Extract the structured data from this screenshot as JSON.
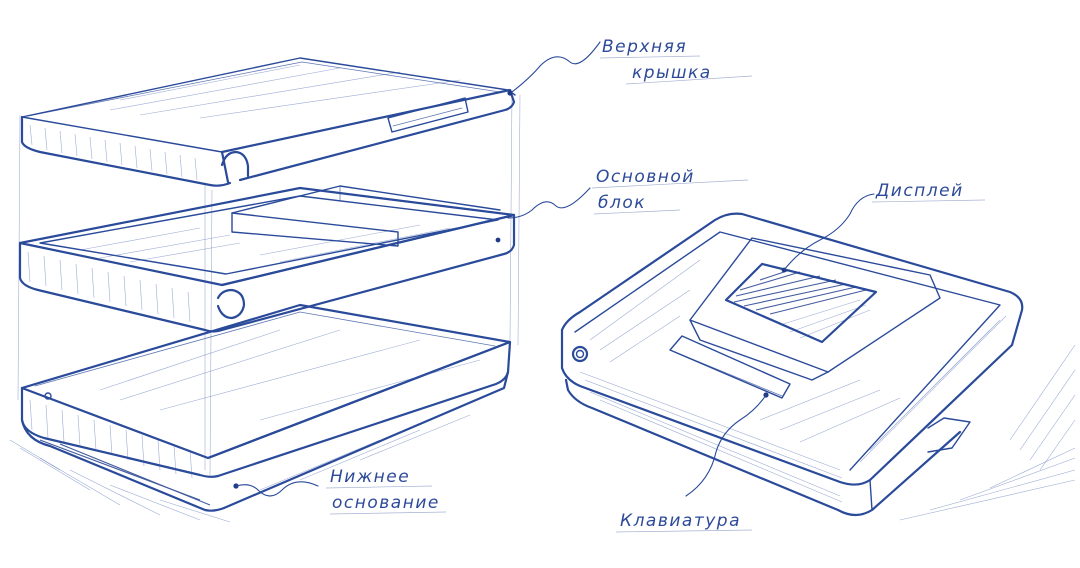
{
  "labels": {
    "top_cover_line1": "Верхняя",
    "top_cover_line2": "крышка",
    "main_block_line1": "Основной",
    "main_block_line2": "блок",
    "bottom_base_line1": "Нижнее",
    "bottom_base_line2": "основание",
    "display": "Дисплей",
    "keyboard": "Клавиатура"
  },
  "colors": {
    "ink": "#2a4a9a",
    "background": "#ffffff"
  }
}
